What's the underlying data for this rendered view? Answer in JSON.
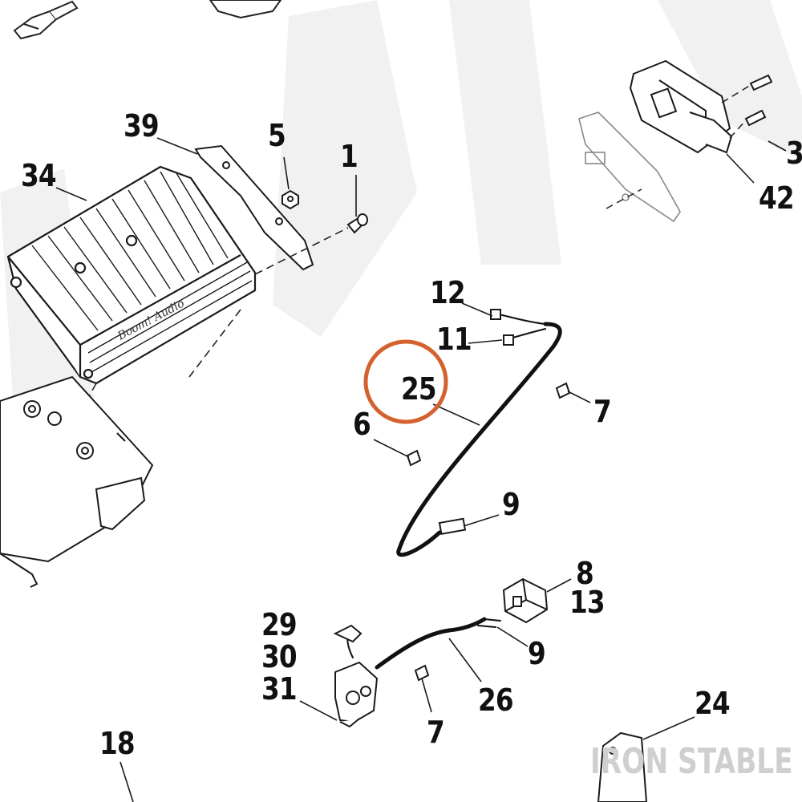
{
  "callouts": {
    "c39": "39",
    "c5": "5",
    "c1": "1",
    "c34": "34",
    "c3": "3",
    "c42": "42",
    "c12": "12",
    "c11": "11",
    "c25": "25",
    "c6": "6",
    "c7a": "7",
    "c9a": "9",
    "c8": "8",
    "c13": "13",
    "c29": "29",
    "c30": "30",
    "c31": "31",
    "c9b": "9",
    "c26": "26",
    "c7b": "7",
    "c24": "24",
    "c18": "18"
  },
  "watermark": "IRON STABLE",
  "amp_brand": "Boom! Audio",
  "highlight": {
    "callout": "25",
    "color": "#d4622f"
  }
}
